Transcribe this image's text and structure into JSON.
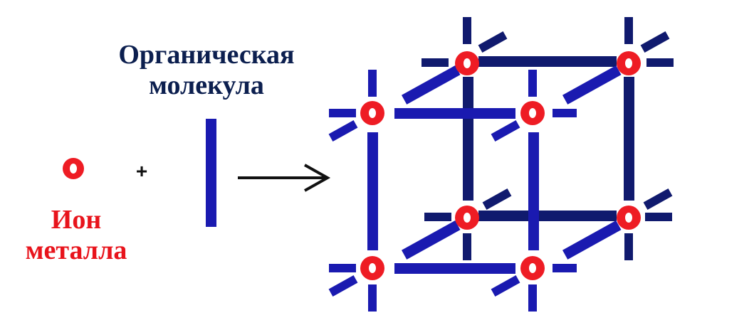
{
  "labels": {
    "organic_molecule": [
      "Органическая",
      "молекула"
    ],
    "metal_ion": [
      "Ион",
      "металла"
    ]
  },
  "symbols": {
    "plus": "+"
  },
  "colors": {
    "metal_ion": "#ee1c24",
    "metal_ion_center": "#ffffff",
    "linker": "#1a1ab0",
    "linker_back": "#101a6e",
    "organic_label": "#0c1f4f",
    "ion_label": "#e8141c",
    "arrow": "#111111"
  },
  "diagram": {
    "components": [
      "metal-ion",
      "organic-linker"
    ],
    "product": "cubic-framework",
    "framework_nodes": 8
  }
}
